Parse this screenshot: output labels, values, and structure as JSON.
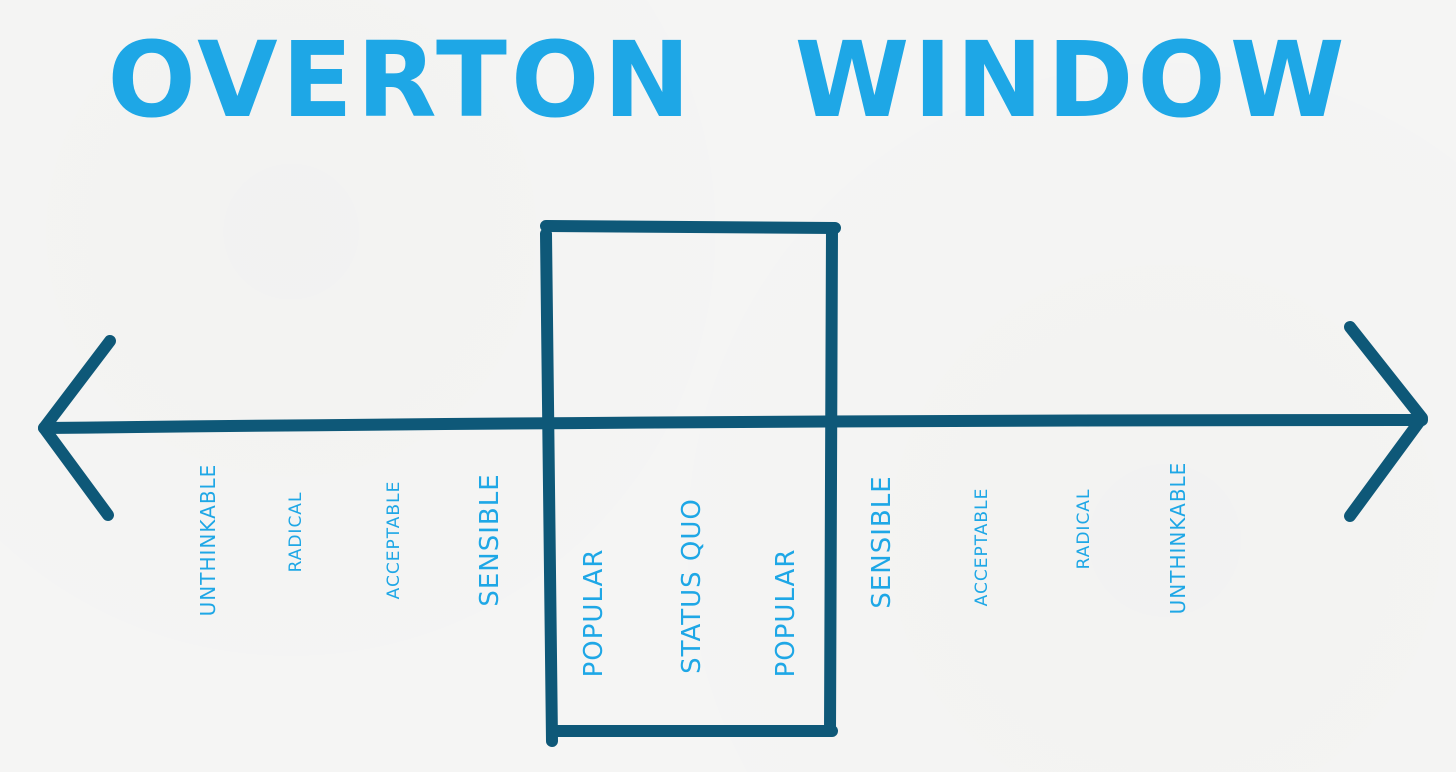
{
  "title": "OVERTON WINDOW",
  "colors": {
    "title": "#1ea7e6",
    "labels": "#1ea7e6",
    "lines": "#0e5878",
    "background": "#f5f5f4"
  },
  "left_labels": [
    "UNTHINKABLE",
    "RADICAL",
    "ACCEPTABLE",
    "SENSIBLE"
  ],
  "window_labels": [
    "POPULAR",
    "STATUS QUO",
    "POPULAR"
  ],
  "right_labels": [
    "SENSIBLE",
    "ACCEPTABLE",
    "RADICAL",
    "UNTHINKABLE"
  ]
}
